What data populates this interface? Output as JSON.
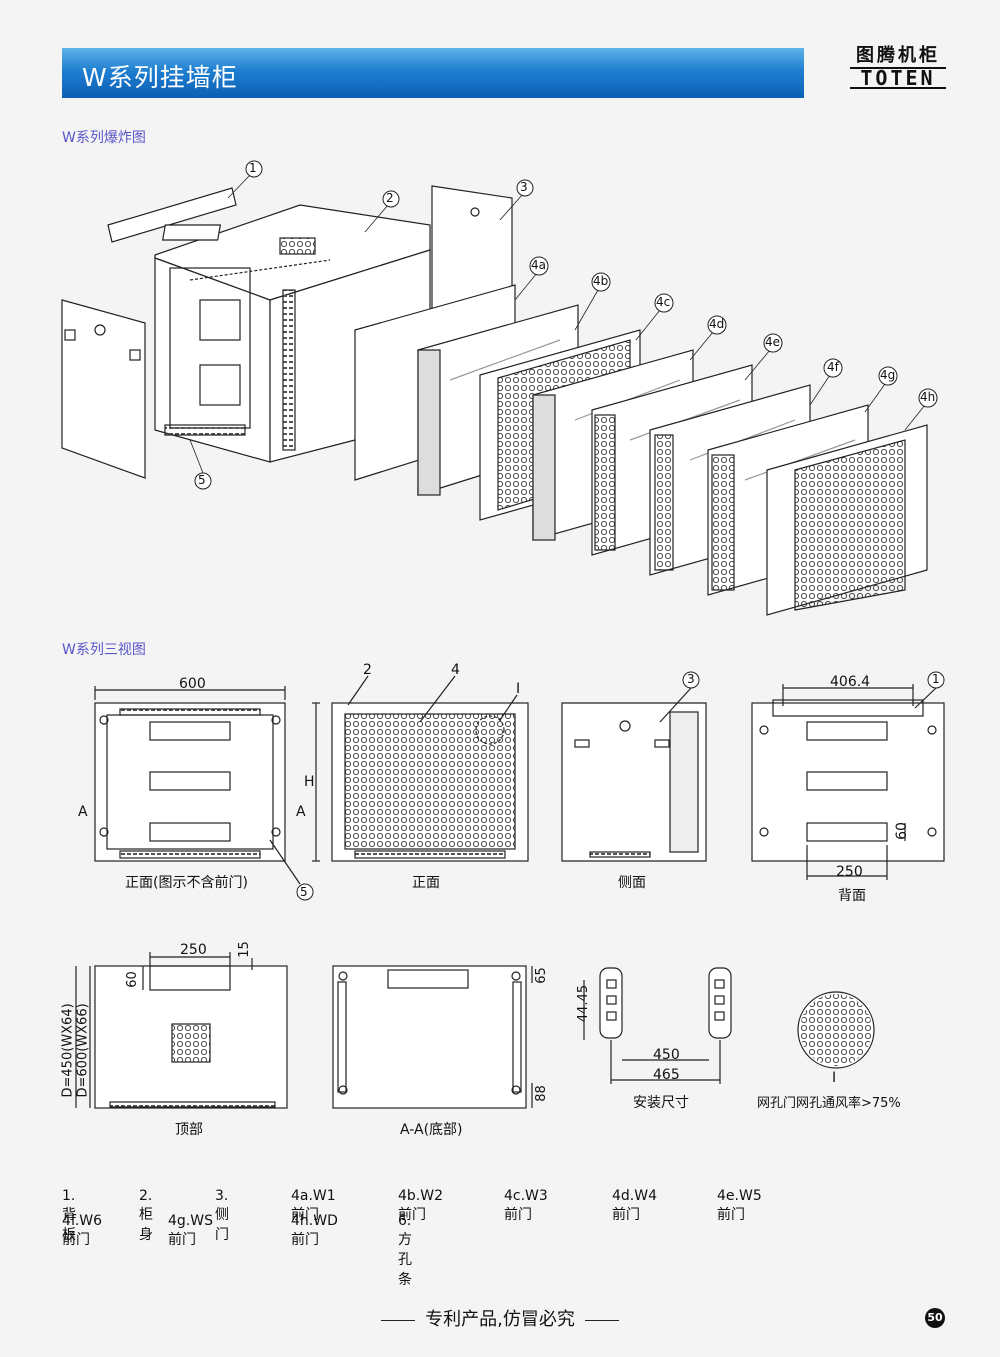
{
  "header": {
    "title": "W系列挂墙柜"
  },
  "logo": {
    "cn": "图腾机柜",
    "en": "TOTEN"
  },
  "sections": {
    "exploded": "W系列爆炸图",
    "three_view": "W系列三视图"
  },
  "exploded_callouts": [
    "1",
    "2",
    "3",
    "4a",
    "4b",
    "4c",
    "4d",
    "4e",
    "4f",
    "4g",
    "4h",
    "5"
  ],
  "views": {
    "front_no_door": "正面(图示不含前门)",
    "front": "正面",
    "side": "侧面",
    "back": "背面",
    "top": "顶部",
    "bottom": "A-A(底部)",
    "mounting": "安装尺寸",
    "mesh": "网孔门网孔通风率>75%"
  },
  "dimensions": {
    "w600": "600",
    "w406": "406.4",
    "w250_back": "250",
    "h60_back": "60",
    "w250_top": "250",
    "h15_top": "15",
    "h60_top": "60",
    "depth": "D=450(WX64)",
    "depth2": "D=600(WX66)",
    "h65": "65",
    "h88": "88",
    "p4445": "44.45",
    "w450": "450",
    "w465": "465",
    "H": "H",
    "A1": "A",
    "A2": "A",
    "I": "I",
    "I2": "I",
    "n2": "2",
    "n4": "4",
    "n3": "3",
    "n1": "1",
    "n5": "5"
  },
  "legend": [
    [
      "1.背板",
      "2.柜身",
      "3.侧门",
      "4a.W1前门",
      "4b.W2前门",
      "4c.W3前门",
      "4d.W4前门",
      "4e.W5前门"
    ],
    [
      "4f.W6前门",
      "4g.WS前门",
      "4h.WD前门",
      "6.方孔条"
    ]
  ],
  "footer": {
    "slogan": "专利产品,仿冒必究",
    "page": "50"
  }
}
